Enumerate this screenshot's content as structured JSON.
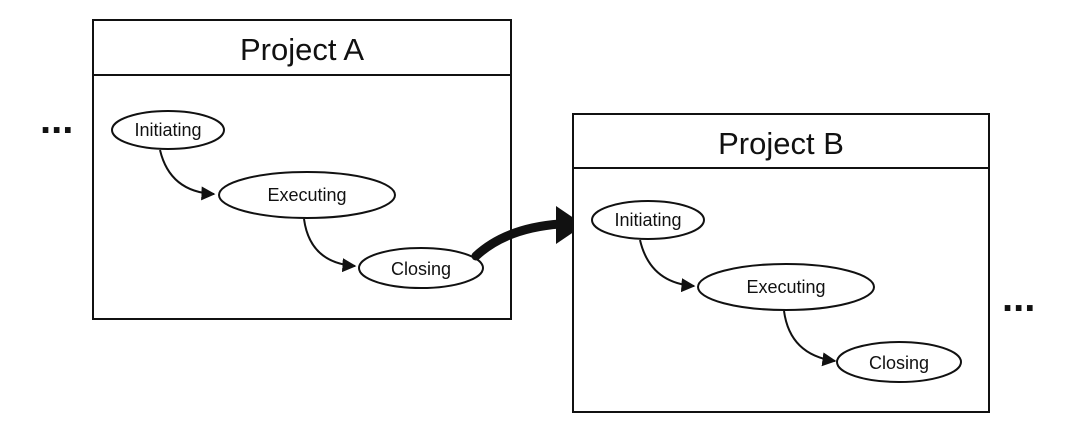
{
  "projects": [
    {
      "title": "Project A",
      "phases": [
        "Initiating",
        "Executing",
        "Closing"
      ]
    },
    {
      "title": "Project B",
      "phases": [
        "Initiating",
        "Executing",
        "Closing"
      ]
    }
  ],
  "continuation": {
    "before": "...",
    "after": "..."
  }
}
